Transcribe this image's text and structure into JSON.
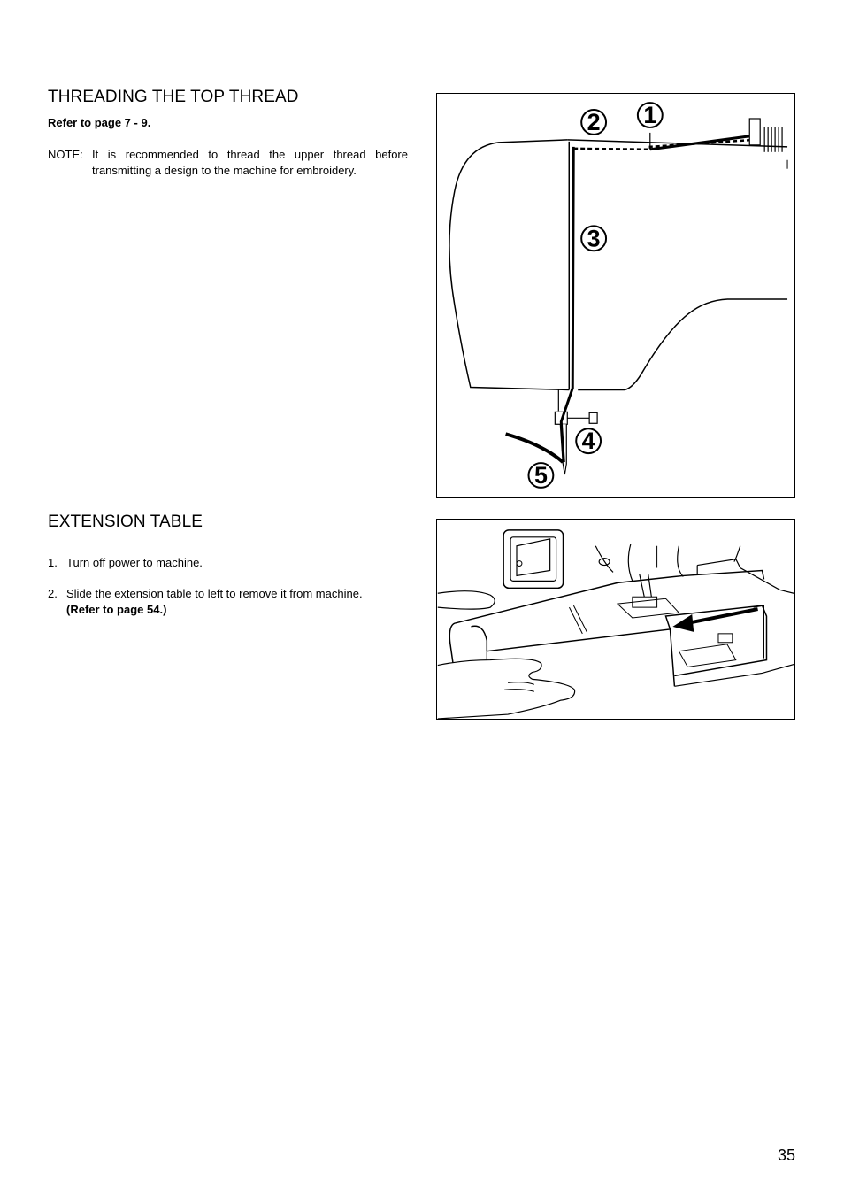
{
  "section1": {
    "heading": "THREADING THE TOP THREAD",
    "reference": "Refer to page 7 - 9.",
    "note_label": "NOTE:",
    "note_line1": "It is recommended to thread the upper thread before",
    "note_line2": "transmitting a design to the machine for embroidery."
  },
  "section2": {
    "heading": "EXTENSION TABLE",
    "steps": [
      {
        "num": "1.",
        "text": "Turn off power to machine."
      },
      {
        "num": "2.",
        "text": "Slide the extension table to left to remove it from machine.",
        "ref": "(Refer to page 54.)"
      }
    ]
  },
  "figure1": {
    "callouts": [
      "1",
      "2",
      "3",
      "4",
      "5"
    ]
  },
  "page_number": "35"
}
